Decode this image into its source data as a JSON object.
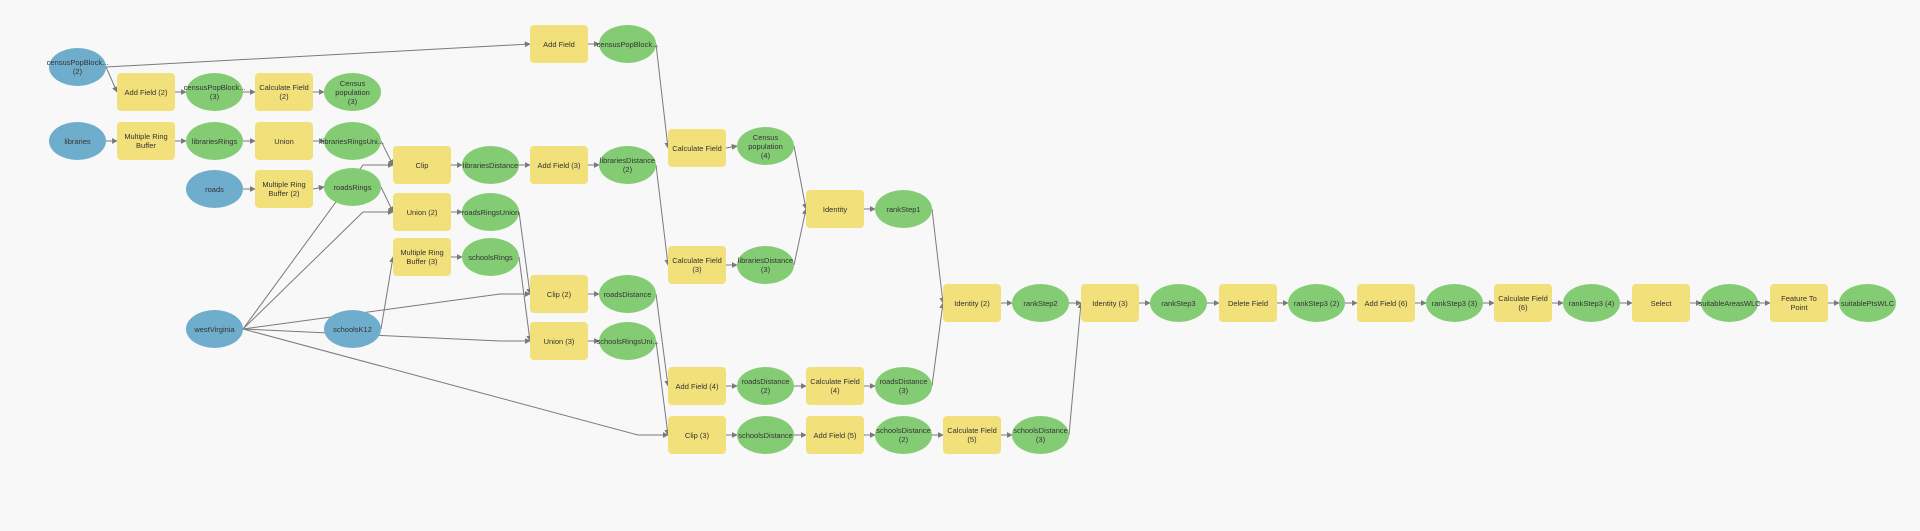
{
  "colors": {
    "tool": "#f2e07a",
    "output": "#84cc74",
    "input": "#6fadcc",
    "edge": "#7a7a7a",
    "background": "#f8f8f8"
  },
  "nodes": {
    "censusPopBlock2": "censusPopBlock...\n(2)",
    "addField": "Add Field",
    "censusPopBlock": "censusPopBlock...",
    "addField2": "Add Field (2)",
    "censusPopBlock3": "censusPopBlock...\n(3)",
    "calculateField2": "Calculate Field (2)",
    "censusPopulation3": "Census population\n(3)",
    "libraries": "libraries",
    "multipleRingBuffer": "Multiple Ring\nBuffer",
    "librariesRings": "librariesRings",
    "union": "Union",
    "librariesRingsUni": "librariesRingsUni...",
    "clip": "Clip",
    "librariesDistance": "librariesDistance",
    "addField3": "Add Field (3)",
    "librariesDistance2": "librariesDistance\n(2)",
    "calculateField": "Calculate Field",
    "censusPopulation4": "Census population\n(4)",
    "roads": "roads",
    "multipleRingBuffer2": "Multiple Ring\nBuffer (2)",
    "roadsRings": "roadsRings",
    "union2": "Union (2)",
    "roadsRingsUnion": "roadsRingsUnion",
    "identity": "Identity",
    "rankStep1": "rankStep1",
    "multipleRingBuffer3": "Multiple Ring\nBuffer (3)",
    "schoolsRings": "schoolsRings",
    "calculateField3": "Calculate Field (3)",
    "librariesDistance3": "librariesDistance\n(3)",
    "clip2": "Clip (2)",
    "roadsDistance": "roadsDistance",
    "westVirginia": "westVirginia",
    "schoolsK12": "schoolsK12",
    "union3": "Union (3)",
    "schoolsRingsUni": "schoolsRingsUni...",
    "identity2": "Identity (2)",
    "rankStep2": "rankStep2",
    "identity3": "Identity (3)",
    "rankStep3": "rankStep3",
    "deleteField": "Delete Field",
    "rankStep3_2": "rankStep3 (2)",
    "addField6": "Add Field (6)",
    "rankStep3_3": "rankStep3 (3)",
    "calculateField6": "Calculate Field (6)",
    "rankStep3_4": "rankStep3 (4)",
    "select": "Select",
    "suitableAreasWLC": "suitableAreasWLC",
    "featureToPoint": "Feature To Point",
    "suitablePtsWLC": "suitablePtsWLC",
    "addField4": "Add Field (4)",
    "roadsDistance2": "roadsDistance (2)",
    "calculateField4": "Calculate Field (4)",
    "roadsDistance3": "roadsDistance (3)",
    "clip3": "Clip (3)",
    "schoolsDistance": "schoolsDistance",
    "addField5": "Add Field (5)",
    "schoolsDistance2": "schoolsDistance\n(2)",
    "calculateField5": "Calculate Field (5)",
    "schoolsDistance3": "schoolsDistance\n(3)"
  }
}
